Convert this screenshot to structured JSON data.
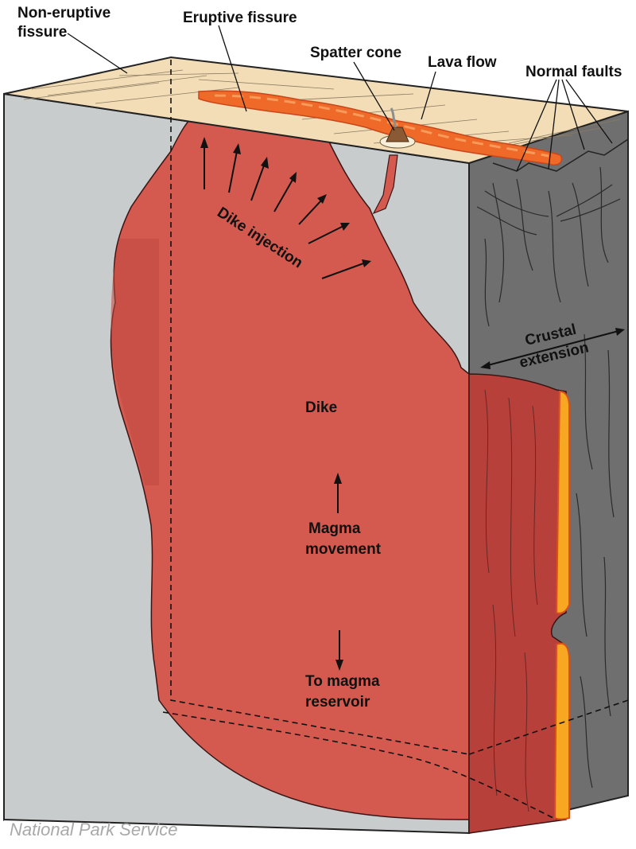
{
  "labels": {
    "non_eruptive_fissure_line1": "Non-eruptive",
    "non_eruptive_fissure_line2": "fissure",
    "eruptive_fissure": "Eruptive fissure",
    "spatter_cone": "Spatter cone",
    "lava_flow": "Lava flow",
    "normal_faults": "Normal faults",
    "dike_injection": "Dike injection",
    "crustal_extension_line1": "Crustal",
    "crustal_extension_line2": "extension",
    "dike": "Dike",
    "magma_movement_line1": "Magma",
    "magma_movement_line2": "movement",
    "to_magma_reservoir_line1": "To magma",
    "to_magma_reservoir_line2": "reservoir"
  },
  "credit": "National Park Service",
  "colors": {
    "surface": "#f2ddb6",
    "crust_front": "#c9cdcd",
    "crust_left_face": "#9a9c9d",
    "crust_right_face": "#6e6e6e",
    "dike_fill": "#d45a50",
    "dike_dark": "#b8403a",
    "lava": "#ef6a28",
    "molten_core": "#f7a722"
  }
}
